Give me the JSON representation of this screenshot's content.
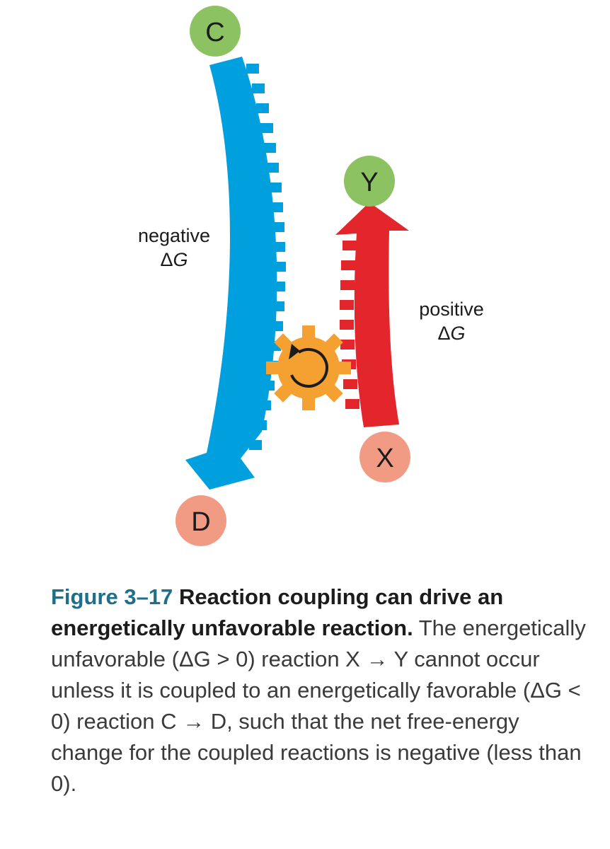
{
  "nodes": {
    "c": "C",
    "d": "D",
    "x": "X",
    "y": "Y"
  },
  "labels": {
    "negative_word": "negative",
    "positive_word": "positive",
    "delta": "Δ",
    "g": "G"
  },
  "colors": {
    "blue_arrow": "#00a0de",
    "red_arrow": "#e3262b",
    "gear": "#f5a132",
    "node_green": "#8dc262",
    "node_salmon": "#f19a84"
  },
  "caption": {
    "figure_number": "Figure 3–17",
    "title": "Reaction coupling can drive an energetically unfavorable reaction.",
    "body": "The energetically unfavorable (ΔG > 0) reaction X → Y cannot occur unless it is coupled to an energetically favorable (ΔG < 0) reaction C → D, such that the net free-energy change for the coupled reactions is negative (less than 0)."
  }
}
